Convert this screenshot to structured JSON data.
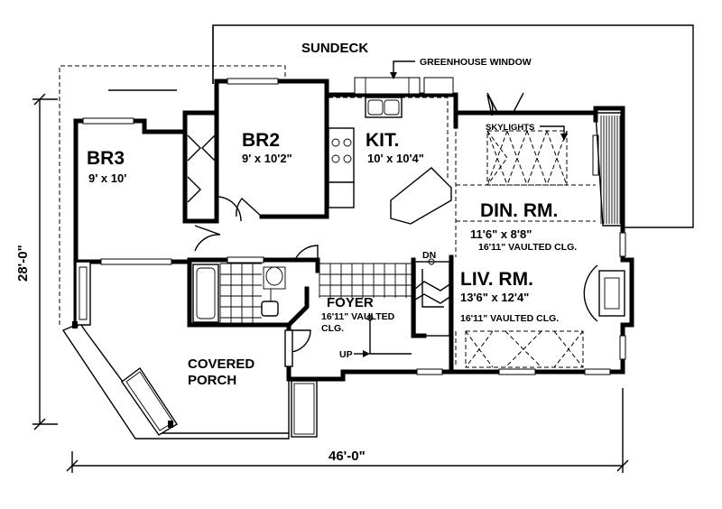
{
  "labels": {
    "sundeck": "SUNDECK",
    "greenhouse": "GREENHOUSE WINDOW",
    "skylights": "SKYLIGHTS",
    "br3_name": "BR3",
    "br3_size": "9' x 10'",
    "br2_name": "BR2",
    "br2_size": "9' x 10'2\"",
    "kit_name": "KIT.",
    "kit_size": "10' x 10'4\"",
    "din_name": "DIN. RM.",
    "din_size": "11'6\" x 8'8\"",
    "din_clg": "16'11\" VAULTED CLG.",
    "liv_name": "LIV. RM.",
    "liv_size": "13'6\" x 12'4\"",
    "liv_clg": "16'11\" VAULTED CLG.",
    "foyer_name": "FOYER",
    "foyer_clg1": "16'11\" VAULTED",
    "foyer_clg2": "CLG.",
    "dn": "DN",
    "up": "UP",
    "porch1": "COVERED",
    "porch2": "PORCH"
  },
  "dimensions": {
    "depth": "28'-0\"",
    "width": "46'-0\""
  }
}
